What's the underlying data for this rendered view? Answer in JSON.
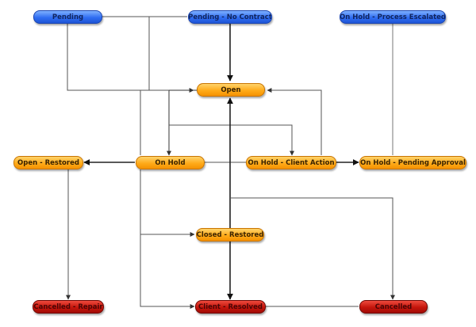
{
  "colors": {
    "pending_state": "#2f6df2",
    "active_state": "#ffab1a",
    "terminal_state": "#c4150c",
    "edge": "#555555",
    "edge_strong": "#222222"
  },
  "nodes": {
    "pending": "Pending",
    "pending_no_contract": "Pending - No Contract",
    "on_hold_process_escalated": "On Hold - Process Escalated",
    "open": "Open",
    "open_restored": "Open - Restored",
    "on_hold": "On Hold",
    "on_hold_client_action": "On Hold - Client Action",
    "on_hold_pending_approval": "On Hold - Pending Approval",
    "closed_restored": "Closed - Restored",
    "cancelled_repair": "Cancelled - Repair",
    "client_resolved": "Client - Resolved",
    "cancelled": "Cancelled"
  }
}
